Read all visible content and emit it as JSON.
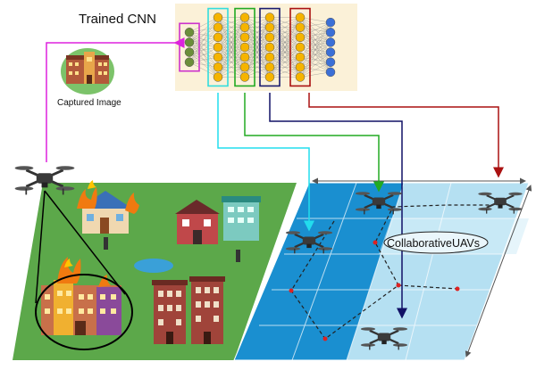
{
  "labels": {
    "cnn_title": "Trained CNN",
    "captured_image": "Captured Image",
    "collaborative_uavs": "CollaborativeUAVs"
  },
  "cnn": {
    "columns": [
      {
        "role": "input",
        "nodes": 4,
        "node_color": "#6b8e3a",
        "box_color": "#cc33cc"
      },
      {
        "role": "hidden",
        "nodes": 7,
        "node_color": "#f5b400",
        "box_color": "#33dddd"
      },
      {
        "role": "hidden",
        "nodes": 7,
        "node_color": "#f5b400",
        "box_color": "#22aa22"
      },
      {
        "role": "hidden",
        "nodes": 7,
        "node_color": "#f5b400",
        "box_color": "#1a1a6e"
      },
      {
        "role": "hidden",
        "nodes": 7,
        "node_color": "#f5b400",
        "box_color": "#aa1111"
      },
      {
        "role": "output",
        "nodes": 6,
        "node_color": "#3b6fd6",
        "box_color": ""
      }
    ]
  },
  "colors": {
    "grass": "#5ca84a",
    "sky_grid_dark": "#1a8fd0",
    "sky_grid_light": "#b5e0f2",
    "link_magenta": "#dd22dd",
    "link_cyan": "#22ddee",
    "link_green": "#22aa22",
    "link_navy": "#111166",
    "link_red": "#aa1111",
    "fire": "#f07a10",
    "path_red": "#dd2222"
  },
  "icons": {
    "uav": "quadcopter-drone-icon",
    "fire": "fire-icon",
    "building": "building-icon"
  }
}
